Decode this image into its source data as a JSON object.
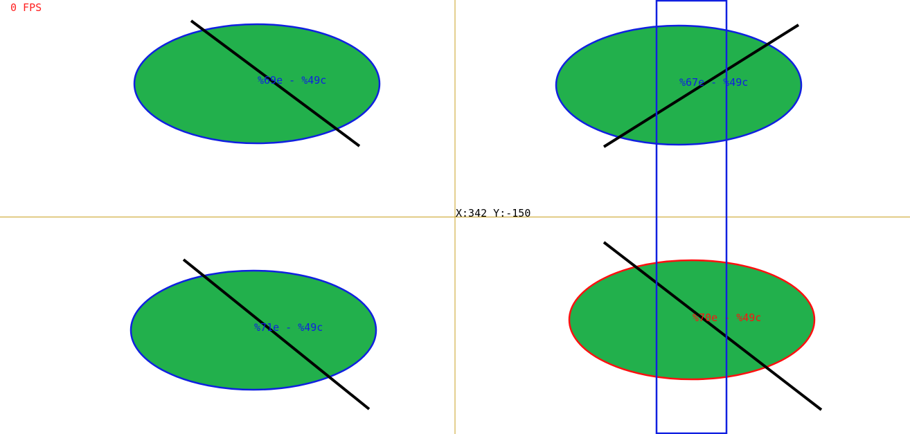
{
  "hud": {
    "fps_label": "0 FPS",
    "fps_color": "#ff2020",
    "cursor_readout": "X:342 Y:-150",
    "cursor_color": "#000000"
  },
  "colors": {
    "axis": "#c8a020",
    "ellipse_fill": "#22b04c",
    "ellipse_stroke": "#1020e0",
    "ellipse_stroke_selected": "#ff1010",
    "line": "#000000",
    "selection_rect": "#1020e0"
  },
  "shapes": [
    {
      "label": "%69e - %49c",
      "selected": false
    },
    {
      "label": "%67e - %49c",
      "selected": false
    },
    {
      "label": "%71e - %49c",
      "selected": false
    },
    {
      "label": "%70e - %49c",
      "selected": true
    }
  ]
}
